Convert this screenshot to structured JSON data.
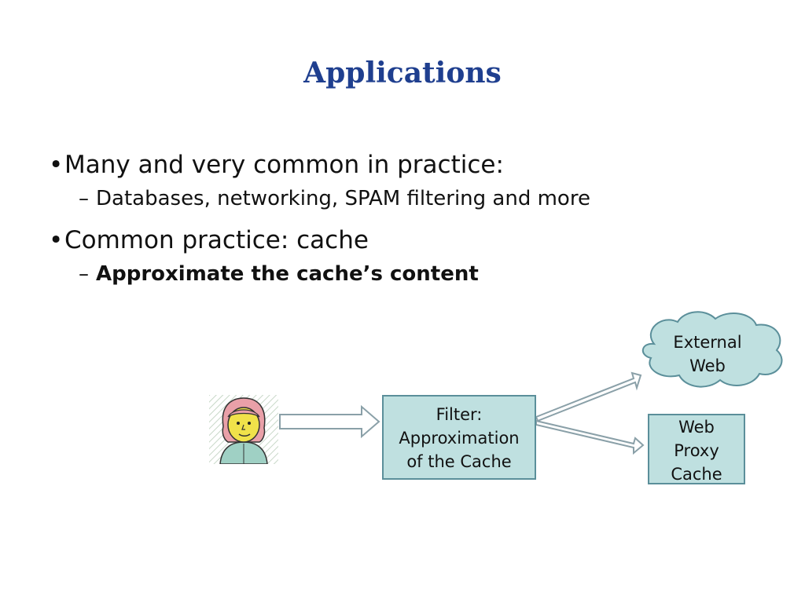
{
  "slide": {
    "title": "Applications",
    "bullets": [
      {
        "text": "Many and very common in practice:",
        "sub": "Databases, networking, SPAM filtering and more"
      },
      {
        "text": "Common practice: cache",
        "sub": "Approximate the cache’s content"
      }
    ]
  },
  "diagram": {
    "filter_lines": [
      "Filter:",
      "Approximation",
      "of the Cache"
    ],
    "cloud_lines": [
      "External",
      "Web"
    ],
    "proxy_lines": [
      "Web",
      "Proxy",
      "Cache"
    ],
    "user_icon": "person-icon"
  },
  "colors": {
    "title": "#1f3f8f",
    "box_fill": "#bfe0e0",
    "box_border": "#5b8f9a"
  }
}
